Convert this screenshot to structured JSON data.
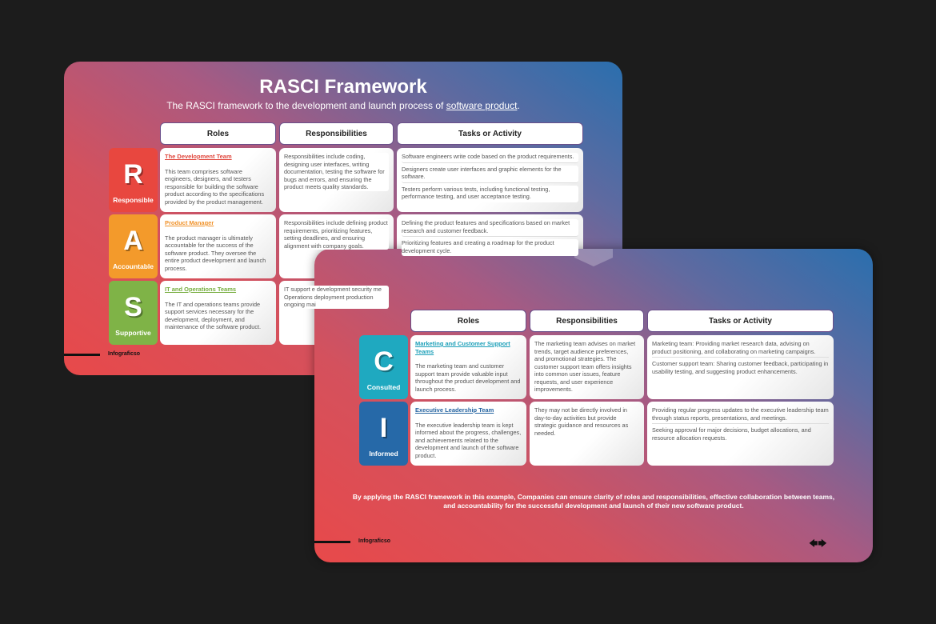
{
  "slide1": {
    "title": "RASCI Framework",
    "subtitle_prefix": "The RASCI framework to the development and launch process of ",
    "subtitle_link": "software product",
    "subtitle_suffix": ".",
    "headers": [
      "Roles",
      "Responsibilities",
      "Tasks or Activity"
    ],
    "rows": [
      {
        "letter": "R",
        "label": "Responsible",
        "color": "#e8473f",
        "role": "The Development Team",
        "role_color": "#e0463c",
        "role_desc": "This team comprises software engineers, designers, and testers responsible for building the software product according to the specifications provided by the product management.",
        "resp": "Responsibilities include coding, designing user interfaces, writing documentation, testing the software for bugs and errors, and ensuring the product meets quality standards.",
        "tasks": [
          "Software engineers write code based on the product requirements.",
          "Designers create user interfaces and graphic elements for the software.",
          "Testers perform various tests, including functional testing, performance testing, and user acceptance testing."
        ]
      },
      {
        "letter": "A",
        "label": "Accountable",
        "color": "#f39a2b",
        "role": "Product Manager",
        "role_color": "#f0922a",
        "role_desc": "The product manager is ultimately accountable for the success of the software product. They oversee the entire product development and launch process.",
        "resp": "Responsibilities include defining product requirements, prioritizing features, setting deadlines, and ensuring alignment with company goals.",
        "tasks": [
          "Defining the product features and specifications based on market research and customer feedback.",
          "Prioritizing features and creating a roadmap for the product development cycle."
        ]
      },
      {
        "letter": "S",
        "label": "Supportive",
        "color": "#7fb347",
        "role": "IT and Operations Teams",
        "role_color": "#76ad3e",
        "role_desc": "The IT and operations teams provide support services necessary for the development, deployment, and maintenance of the software product.",
        "resp": "IT support e development security me Operations deployment production ongoing mai",
        "tasks": []
      }
    ],
    "brand": "Infograficso"
  },
  "slide2": {
    "headers": [
      "Roles",
      "Responsibilities",
      "Tasks or Activity"
    ],
    "rows": [
      {
        "letter": "C",
        "label": "Consulted",
        "color": "#1fa9c0",
        "role": "Marketing and Customer Support Teams",
        "role_color": "#1b9fb8",
        "role_desc": "The marketing team and customer support team provide valuable input throughout the product development and launch process.",
        "resp": "The marketing team advises on market trends, target audience preferences, and promotional strategies. The customer support team offers insights into common user issues, feature requests, and user experience improvements.",
        "tasks": [
          "Marketing team: Providing market research data, advising on product positioning, and collaborating on marketing campaigns.",
          "Customer support team: Sharing customer feedback, participating in usability testing, and suggesting product enhancements."
        ]
      },
      {
        "letter": "I",
        "label": "Informed",
        "color": "#2669a8",
        "role": "Executive Leadership Team",
        "role_color": "#2463a0",
        "role_desc": "The executive leadership team is kept informed about the progress, challenges, and achievements related to the development and launch of the software product.",
        "resp": "They may not be directly involved in day-to-day activities but provide strategic guidance and resources as needed.",
        "tasks": [
          "Providing regular progress updates to the executive leadership team through status reports, presentations, and meetings.",
          "Seeking approval for major decisions, budget allocations, and resource allocation requests."
        ]
      }
    ],
    "footer": "By applying the RASCI framework in this example, Companies can ensure clarity of roles and responsibilities, effective collaboration between teams, and accountability for the successful development and launch of their new software product.",
    "brand": "Infograficso",
    "nav_arrows": "🡄🡆"
  }
}
